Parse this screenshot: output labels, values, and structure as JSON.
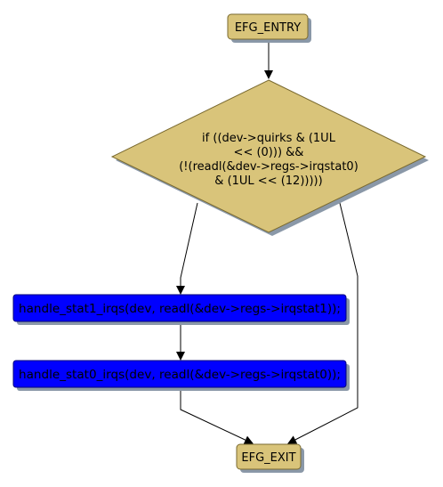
{
  "nodes": {
    "entry": {
      "label": "EFG_ENTRY"
    },
    "condition": {
      "lines": [
        "if ((dev->quirks & (1UL",
        "<< (0))) &&",
        "(!(readl(&dev->regs->irqstat0)",
        "& (1UL << (12)))))"
      ]
    },
    "stat1": {
      "label": "handle_stat1_irqs(dev, readl(&dev->regs->irqstat1));"
    },
    "stat0": {
      "label": "handle_stat0_irqs(dev, readl(&dev->regs->irqstat0));"
    },
    "exit": {
      "label": "EFG_EXIT"
    }
  },
  "colors": {
    "terminal_fill": "#d9c47a",
    "decision_fill": "#d9c47a",
    "process_fill": "#0000ff",
    "shadow": "#8a98a8",
    "edge": "#000000"
  }
}
